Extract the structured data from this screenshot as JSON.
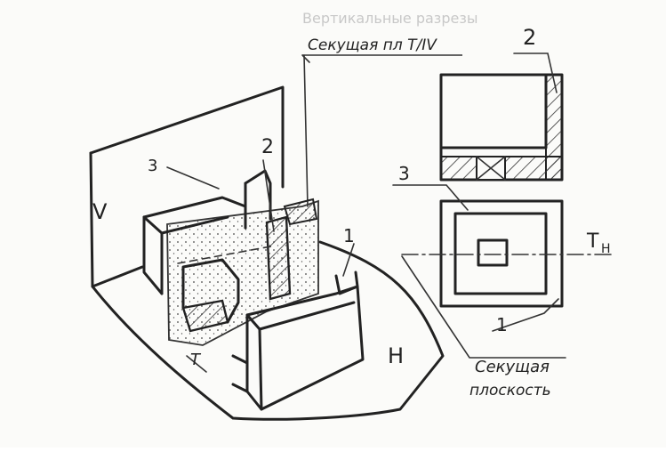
{
  "labels": {
    "cutting_plane_top": "Секущая пл T/IV",
    "label_2_left": "2",
    "label_3_left": "3",
    "label_1_left": "1",
    "label_v": "V",
    "label_h": "H",
    "label_t": "T",
    "label_2_right": "2",
    "label_3_right": "3",
    "label_1_right": "1",
    "label_t_h": "T",
    "label_t_h_sub": "H",
    "cutting_plane_right_line1": "Секущая",
    "cutting_plane_right_line2": "плоскость",
    "faint_bg_heading": "Вертикальные разрезы"
  }
}
